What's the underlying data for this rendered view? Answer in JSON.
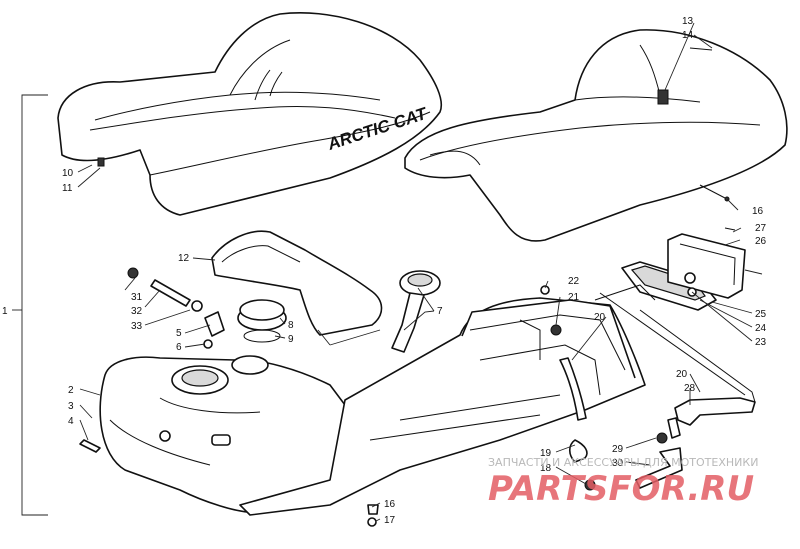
{
  "diagram": {
    "brand_mark": "ARCTIC CAT",
    "watermark": {
      "line": "ЗАПЧАСТИ И АКСЕССУАРЫ ДЛЯ МОТОТЕХНИКИ",
      "logo": "PARTSFOR.RU"
    },
    "callouts": [
      "1",
      "2",
      "3",
      "4",
      "5",
      "6",
      "7",
      "8",
      "9",
      "10",
      "11",
      "12",
      "13",
      "14",
      "16",
      "17",
      "18",
      "19",
      "20",
      "21",
      "22",
      "23",
      "24",
      "25",
      "26",
      "27",
      "28",
      "29",
      "30",
      "31",
      "32",
      "33"
    ],
    "callouts_repeat": [
      "16",
      "17",
      "20"
    ]
  }
}
